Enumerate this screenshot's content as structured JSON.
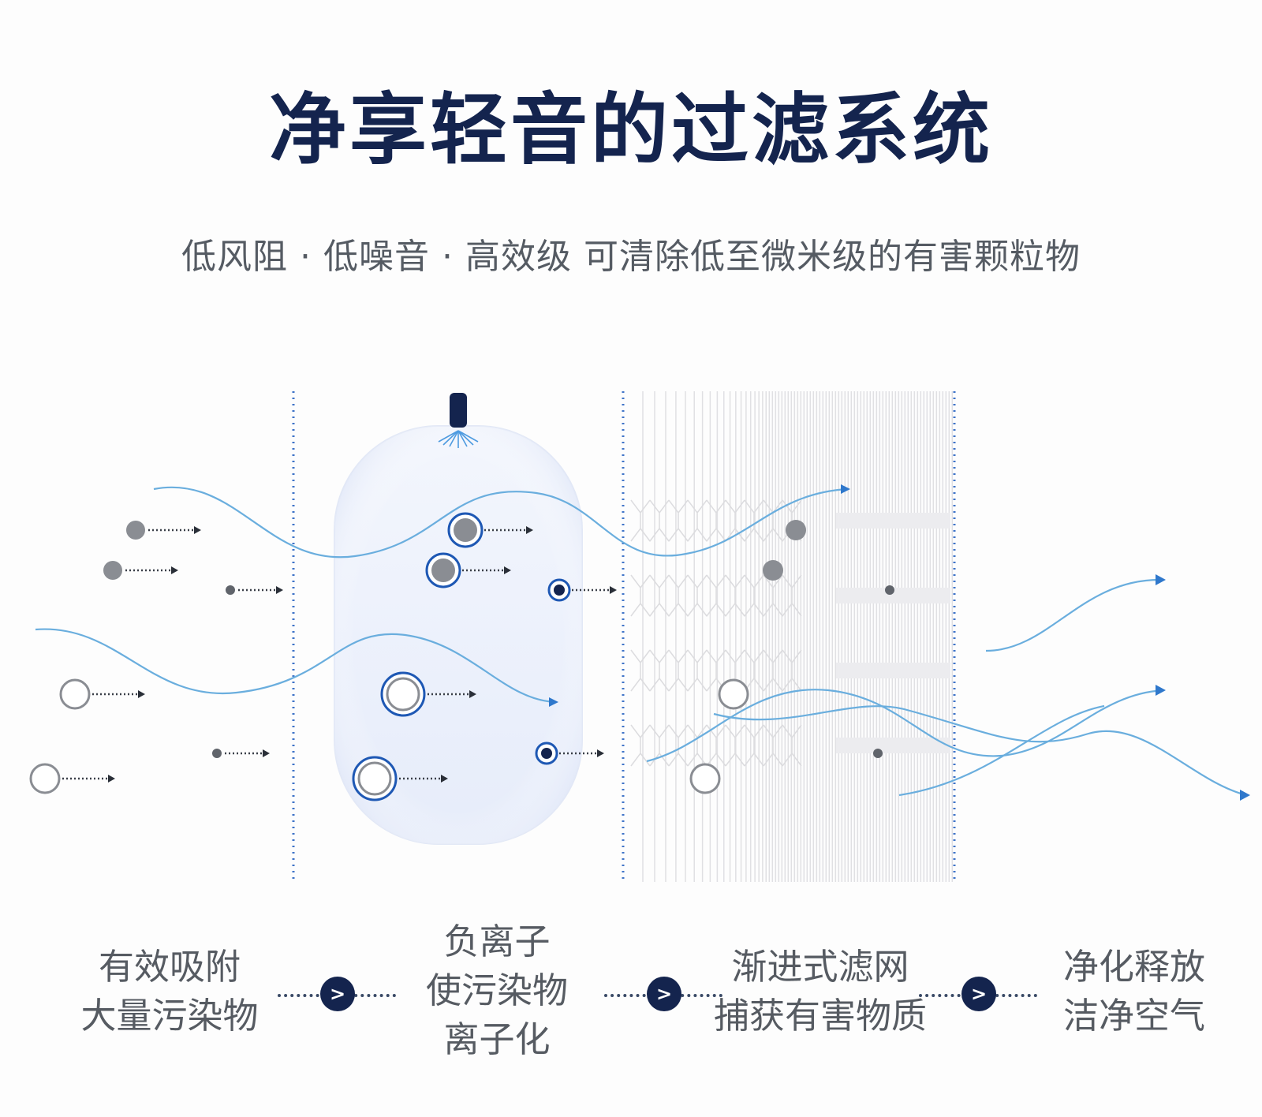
{
  "title": "净享轻音的过滤系统",
  "subtitle": "低风阻 · 低噪音 · 高效级 可清除低至微米级的有害颗粒物",
  "steps": [
    {
      "line1": "有效吸附",
      "line2": "大量污染物"
    },
    {
      "line1": "负离子",
      "line2": "使污染物",
      "line3": "离子化"
    },
    {
      "line1": "渐进式滤网",
      "line2": "捕获有害物质"
    },
    {
      "line1": "净化释放",
      "line2": "洁净空气"
    }
  ],
  "connector_glyph": ">",
  "colors": {
    "title": "#14244e",
    "text": "#565b62",
    "airflow": "#6aaede",
    "accent": "#1e58b4",
    "particle": "#8a8d93",
    "mesh": "#d9d9dc"
  },
  "icons": [
    "ionizer-icon",
    "arrow-circle-icon"
  ]
}
